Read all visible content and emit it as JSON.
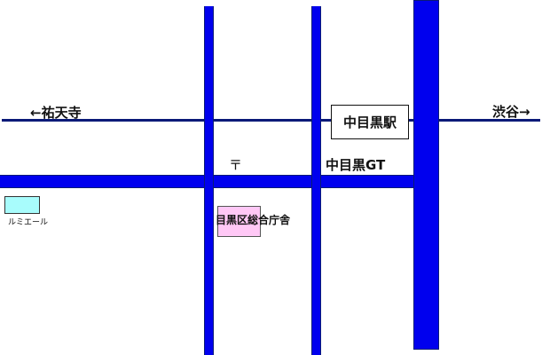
{
  "map": {
    "direction_west": "←祐天寺",
    "direction_east": "渋谷→",
    "station": "中目黒駅",
    "post_office_symbol": "〒",
    "landmark_gt": "中目黒GT",
    "ward_office": "目黒区総合庁舎",
    "lumine": "ルミエール"
  },
  "colors": {
    "road": "#0000ee",
    "rail": "#0a1a78",
    "ward_office_fill": "#ffc8f6",
    "lumine_fill": "#a8fcfc"
  }
}
